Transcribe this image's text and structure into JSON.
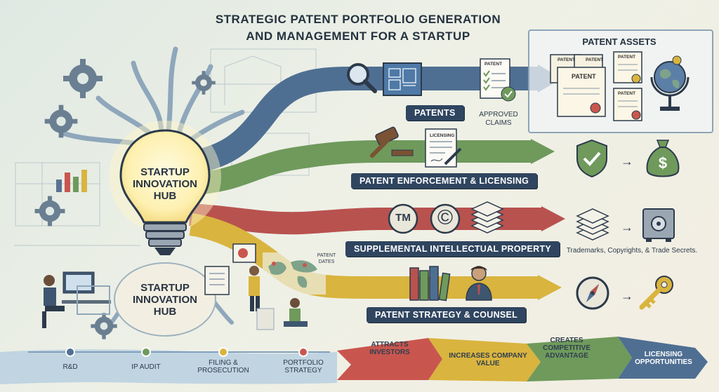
{
  "title": {
    "line1": "Strategic Patent Portfolio Generation",
    "line2": "and Management for a Startup"
  },
  "hub": {
    "top_label": "Startup Innovation Hub",
    "bottom_label": "Startup Innovation Hub"
  },
  "map_label": "Patent Dates",
  "streams": [
    {
      "label": "Patents",
      "color": "#4f6f92"
    },
    {
      "label": "Patent Enforcement & Licensing",
      "color": "#6f9a5c"
    },
    {
      "label": "Supplemental Intellectual Property",
      "color": "#b8524f"
    },
    {
      "label": "Patent Strategy & Counsel",
      "color": "#d9b43e"
    }
  ],
  "patents_doc": "Patent",
  "approved_claims": "Approved Claims",
  "licensing_doc": "Licensing",
  "tm_symbol": "TM",
  "copyright_symbol": "©",
  "assets": {
    "title": "Patent Assets",
    "doc_labels": [
      "Patent",
      "Patent",
      "Patent",
      "Patent",
      "Patent"
    ]
  },
  "supplemental_caption": "Trademarks, Copyrights, & Trade Secrets.",
  "timeline": {
    "stages": [
      "R&D",
      "IP Audit",
      "Filing & Prosecution",
      "Portfolio Strategy"
    ],
    "outcomes": [
      "Attracts Investors",
      "Increases Company Value",
      "Creates Competitive Advantage",
      "Licensing Opportunities"
    ],
    "outcome_colors": [
      "#c9564e",
      "#d9b43e",
      "#6f9a5c",
      "#4f6f92"
    ]
  }
}
